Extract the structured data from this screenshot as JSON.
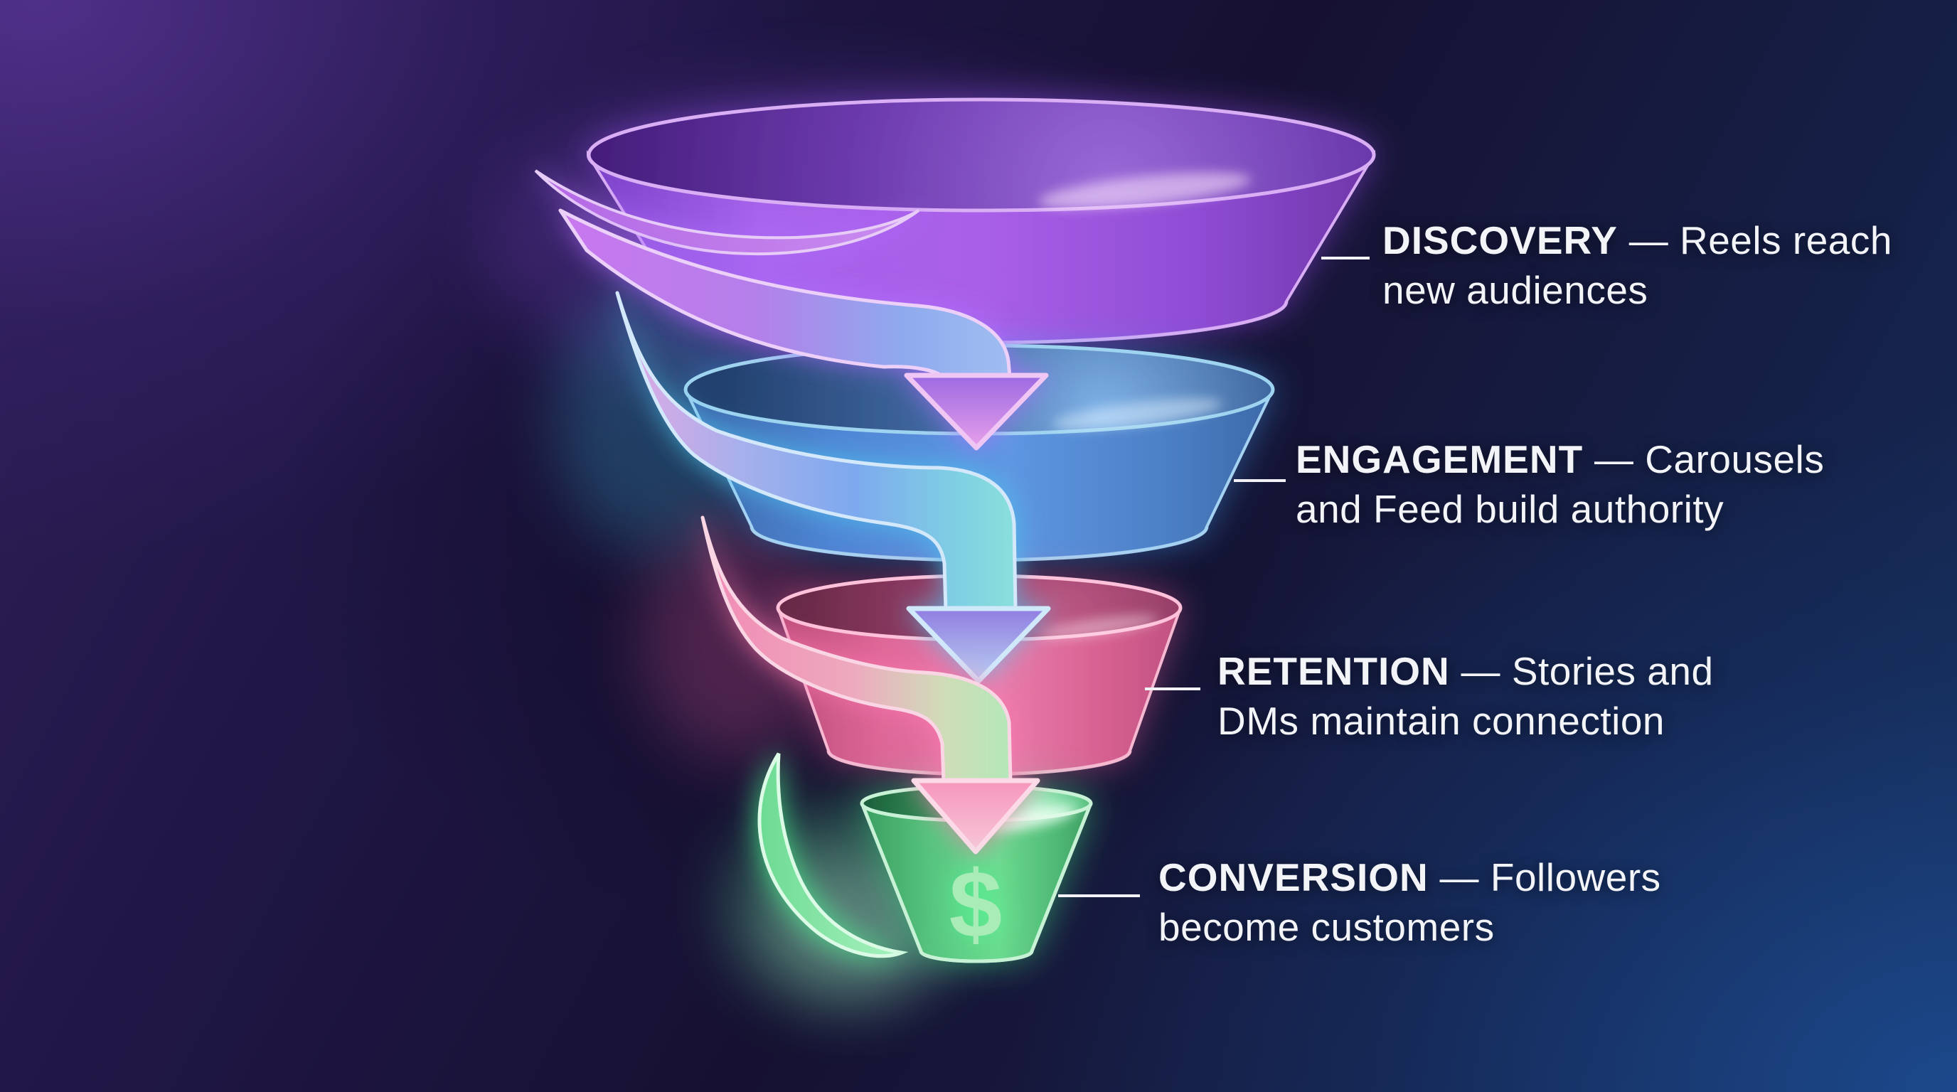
{
  "theme": {
    "background_top_left": "#3a2767",
    "background_bottom_right": "#17325e",
    "background_center": "#151132",
    "text_color": "#f3f4f8",
    "connector_color": "#f2f2f6"
  },
  "funnel": {
    "currency_symbol": "$",
    "stages": [
      {
        "name": "DISCOVERY",
        "rest1": " — Reels reach",
        "line2": "new audiences",
        "color": "#a55fe4"
      },
      {
        "name": "ENGAGEMENT",
        "rest1": " — Carousels",
        "line2": "and Feed build authority",
        "color": "#5189d6"
      },
      {
        "name": "RETENTION",
        "rest1": " — Stories and",
        "line2": "DMs maintain connection",
        "color": "#e4739f"
      },
      {
        "name": "CONVERSION",
        "rest1": " — Followers",
        "line2": "become customers",
        "color": "#5ecb83"
      }
    ]
  }
}
